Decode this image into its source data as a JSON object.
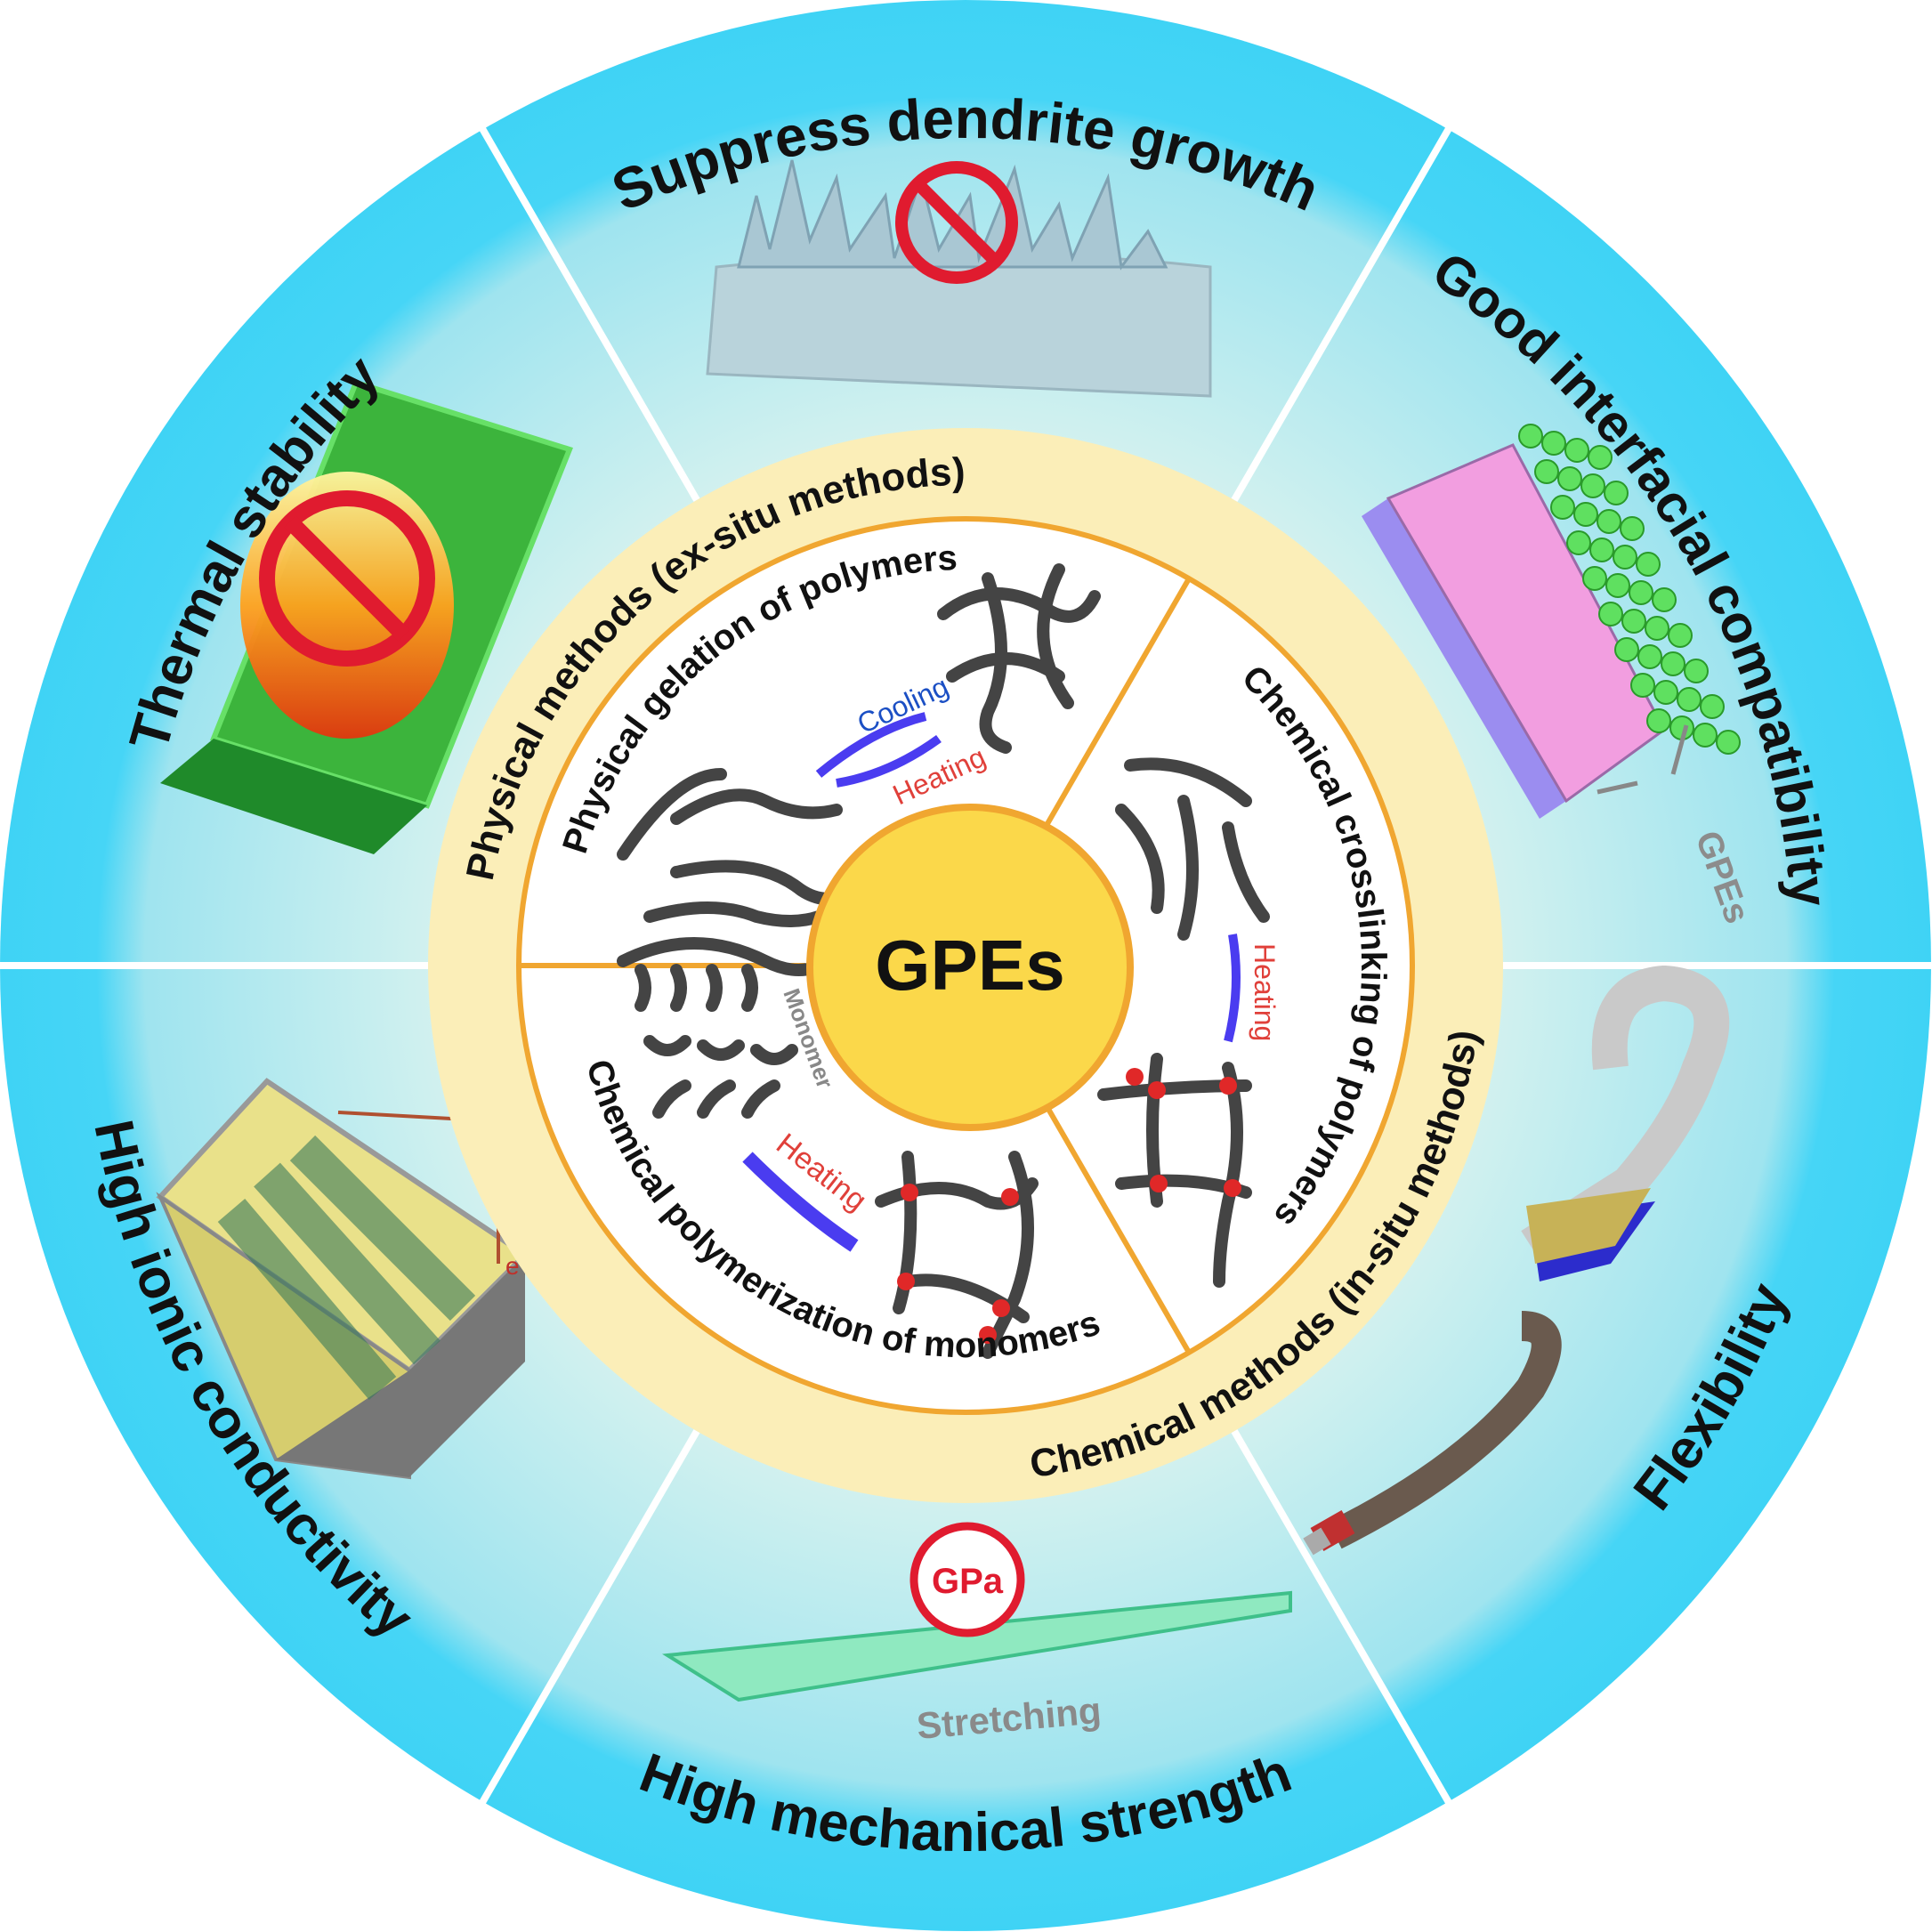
{
  "center": {
    "label": "GPEs"
  },
  "outer_labels": {
    "top": "Suppress dendrite growth",
    "upper_right": "Good interfacial compatibility",
    "lower_right": "Flexibility",
    "bottom": "High mechanical strength",
    "lower_left": "High ionic conductivity",
    "upper_left": "Thermal stability"
  },
  "ring_labels": {
    "physical": "Physical methods (ex-situ methods)",
    "chemical": "Chemical methods (in-situ methods)"
  },
  "inner_labels": {
    "gelation": "Physical gelation of polymers",
    "crosslinking": "Chemical crosslinking of polymers",
    "polymerization": "Chemical polymerization of monomers"
  },
  "annotations": {
    "cooling": "Cooling",
    "heating_gelation": "Heating",
    "heating_crosslinking": "Heating",
    "heating_polymerization": "Heating",
    "monomer": "Monomer",
    "gpes_pointer": "GPEs",
    "gpa": "GPa",
    "stretching": "Stretching",
    "electron": "e⁻"
  },
  "colors": {
    "outer_edge": "#3fd3f5",
    "outer_inner": "#cdeff0",
    "ring": "#fbeeb8",
    "accent_orange": "#f0a630",
    "core": "#fbd84a",
    "prohibit_red": "#e01b2f",
    "arrow_blue": "#4a3cf0"
  }
}
